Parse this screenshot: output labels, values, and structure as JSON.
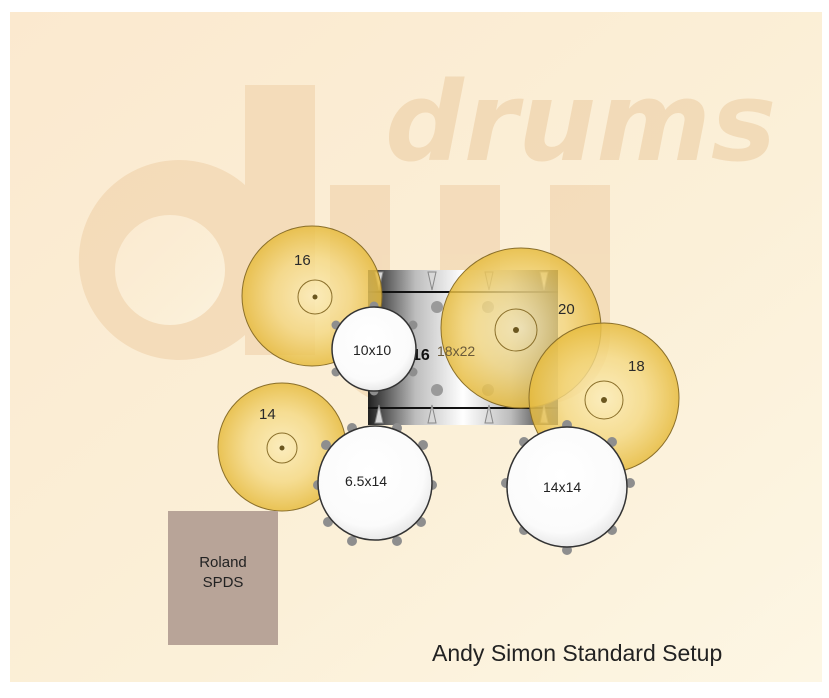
{
  "logo": {
    "text": "drums"
  },
  "pad": {
    "line1": "Roland",
    "line2": "SPDS"
  },
  "caption": "Andy Simon Standard Setup",
  "kit_label_center": "16",
  "cymbals": [
    {
      "id": "crash-16",
      "label": "16"
    },
    {
      "id": "ride-20",
      "label": "20"
    },
    {
      "id": "crash-18",
      "label": "18"
    },
    {
      "id": "hihat-14",
      "label": "14"
    }
  ],
  "drums": [
    {
      "id": "tom-10x10",
      "label": "10x10"
    },
    {
      "id": "bass-18x22",
      "label": "18x22"
    },
    {
      "id": "snare-6-5x14",
      "label": "6.5x14"
    },
    {
      "id": "floor-14x14",
      "label": "14x14"
    }
  ],
  "colors": {
    "background": "#faefd6",
    "logo_watermark": "#f2ddc0",
    "cymbal_fill": "#f3d470",
    "cymbal_stroke": "#8a6f2a",
    "drum_head": "#ffffff",
    "pad": "#b8a498"
  }
}
